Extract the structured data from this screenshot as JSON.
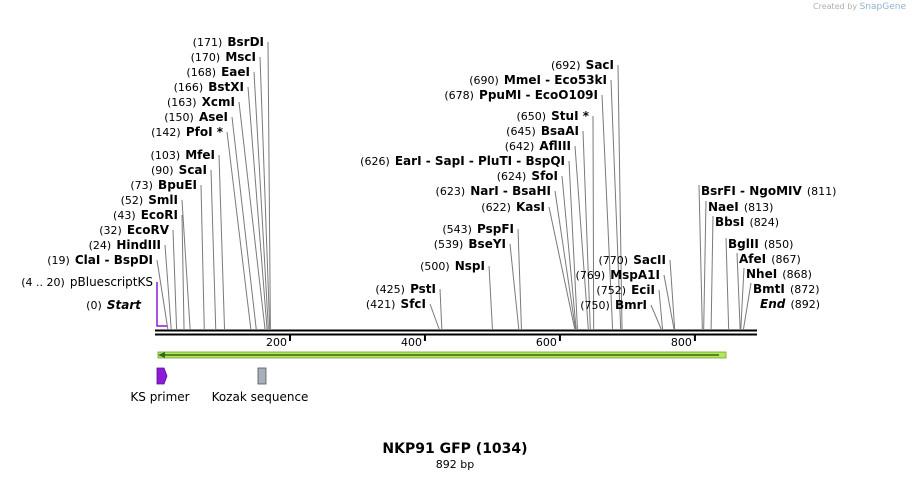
{
  "credit": {
    "prefix": "Created by",
    "brand": "SnapGene"
  },
  "title": "NKP91 GFP (1034)",
  "subtitle": "892 bp",
  "sequence_length": 892,
  "axis_ticks": [
    200,
    400,
    600,
    800
  ],
  "colors": {
    "primer_bind": "#8b1bd6",
    "misc_feature": "#8c8c8c",
    "orf_fill": "#b5e655",
    "orf_stroke": "#7a9a3a",
    "orf_arrow": "#2d6a1e"
  },
  "features": [
    {
      "label": "KS primer",
      "type": "primer",
      "start": 4,
      "end": 20
    },
    {
      "label": "Kozak sequence",
      "type": "misc",
      "start": 160,
      "end": 169
    }
  ],
  "left_sites": [
    {
      "pos_text": "(171)",
      "name": "BsrDI",
      "pos": 171
    },
    {
      "pos_text": "(170)",
      "name": "MscI",
      "pos": 170
    },
    {
      "pos_text": "(168)",
      "name": "EaeI",
      "pos": 168
    },
    {
      "pos_text": "(166)",
      "name": "BstXI",
      "pos": 166
    },
    {
      "pos_text": "(163)",
      "name": "XcmI",
      "pos": 163
    },
    {
      "pos_text": "(150)",
      "name": "AseI",
      "pos": 150
    },
    {
      "pos_text": "(142)",
      "name": "PfoI *",
      "pos": 142
    },
    {
      "pos_text": "(103)",
      "name": "MfeI",
      "pos": 103
    },
    {
      "pos_text": "(90)",
      "name": "ScaI",
      "pos": 90
    },
    {
      "pos_text": "(73)",
      "name": "BpuEI",
      "pos": 73
    },
    {
      "pos_text": "(52)",
      "name": "SmlI",
      "pos": 52
    },
    {
      "pos_text": "(43)",
      "name": "EcoRI",
      "pos": 43
    },
    {
      "pos_text": "(32)",
      "name": "EcoRV",
      "pos": 32
    },
    {
      "pos_text": "(24)",
      "name": "HindIII",
      "pos": 24
    },
    {
      "pos_text": "(19)",
      "name": "ClaI  - BspDI",
      "pos": 19
    },
    {
      "pos_text": "(4 .. 20)",
      "name": "pBluescriptKS",
      "pos": 4,
      "style": "primer"
    },
    {
      "pos_text": "(0)",
      "name": "Start",
      "pos": 0,
      "style": "italic"
    }
  ],
  "mid_sites": [
    {
      "pos_text": "(692)",
      "name": "SacI",
      "pos": 692
    },
    {
      "pos_text": "(690)",
      "name": "MmeI  - Eco53kI",
      "pos": 690
    },
    {
      "pos_text": "(678)",
      "name": "PpuMI  - EcoO109I",
      "pos": 678
    },
    {
      "pos_text": "(650)",
      "name": "StuI *",
      "pos": 650
    },
    {
      "pos_text": "(645)",
      "name": "BsaAI",
      "pos": 645
    },
    {
      "pos_text": "(642)",
      "name": "AflIII",
      "pos": 642
    },
    {
      "pos_text": "(626)",
      "name": "EarI  - SapI  - PluTI  - BspQI",
      "pos": 626
    },
    {
      "pos_text": "(624)",
      "name": "SfoI",
      "pos": 624
    },
    {
      "pos_text": "(623)",
      "name": "NarI  - BsaHI",
      "pos": 623
    },
    {
      "pos_text": "(622)",
      "name": "KasI",
      "pos": 622
    },
    {
      "pos_text": "(543)",
      "name": "PspFI",
      "pos": 543
    },
    {
      "pos_text": "(539)",
      "name": "BseYI",
      "pos": 539
    },
    {
      "pos_text": "(500)",
      "name": "NspI",
      "pos": 500
    },
    {
      "pos_text": "(425)",
      "name": "PstI",
      "pos": 425
    },
    {
      "pos_text": "(421)",
      "name": "SfcI",
      "pos": 421
    }
  ],
  "lower_mid_sites": [
    {
      "pos_text": "(770)",
      "name": "SacII",
      "pos": 770
    },
    {
      "pos_text": "(769)",
      "name": "MspA1I",
      "pos": 769
    },
    {
      "pos_text": "(752)",
      "name": "EciI",
      "pos": 752
    },
    {
      "pos_text": "(750)",
      "name": "BmrI",
      "pos": 750
    }
  ],
  "right_sites": [
    {
      "name": "BsrFI  - NgoMIV",
      "pos_text": "(811)",
      "pos": 811
    },
    {
      "name": "NaeI",
      "pos_text": "(813)",
      "pos": 813
    },
    {
      "name": "BbsI",
      "pos_text": "(824)",
      "pos": 824
    },
    {
      "name": "BglII",
      "pos_text": "(850)",
      "pos": 850
    },
    {
      "name": "AfeI",
      "pos_text": "(867)",
      "pos": 867
    },
    {
      "name": "NheI",
      "pos_text": "(868)",
      "pos": 868
    },
    {
      "name": "BmtI",
      "pos_text": "(872)",
      "pos": 872
    },
    {
      "name": "End",
      "pos_text": "(892)",
      "pos": 892,
      "style": "italic"
    }
  ]
}
